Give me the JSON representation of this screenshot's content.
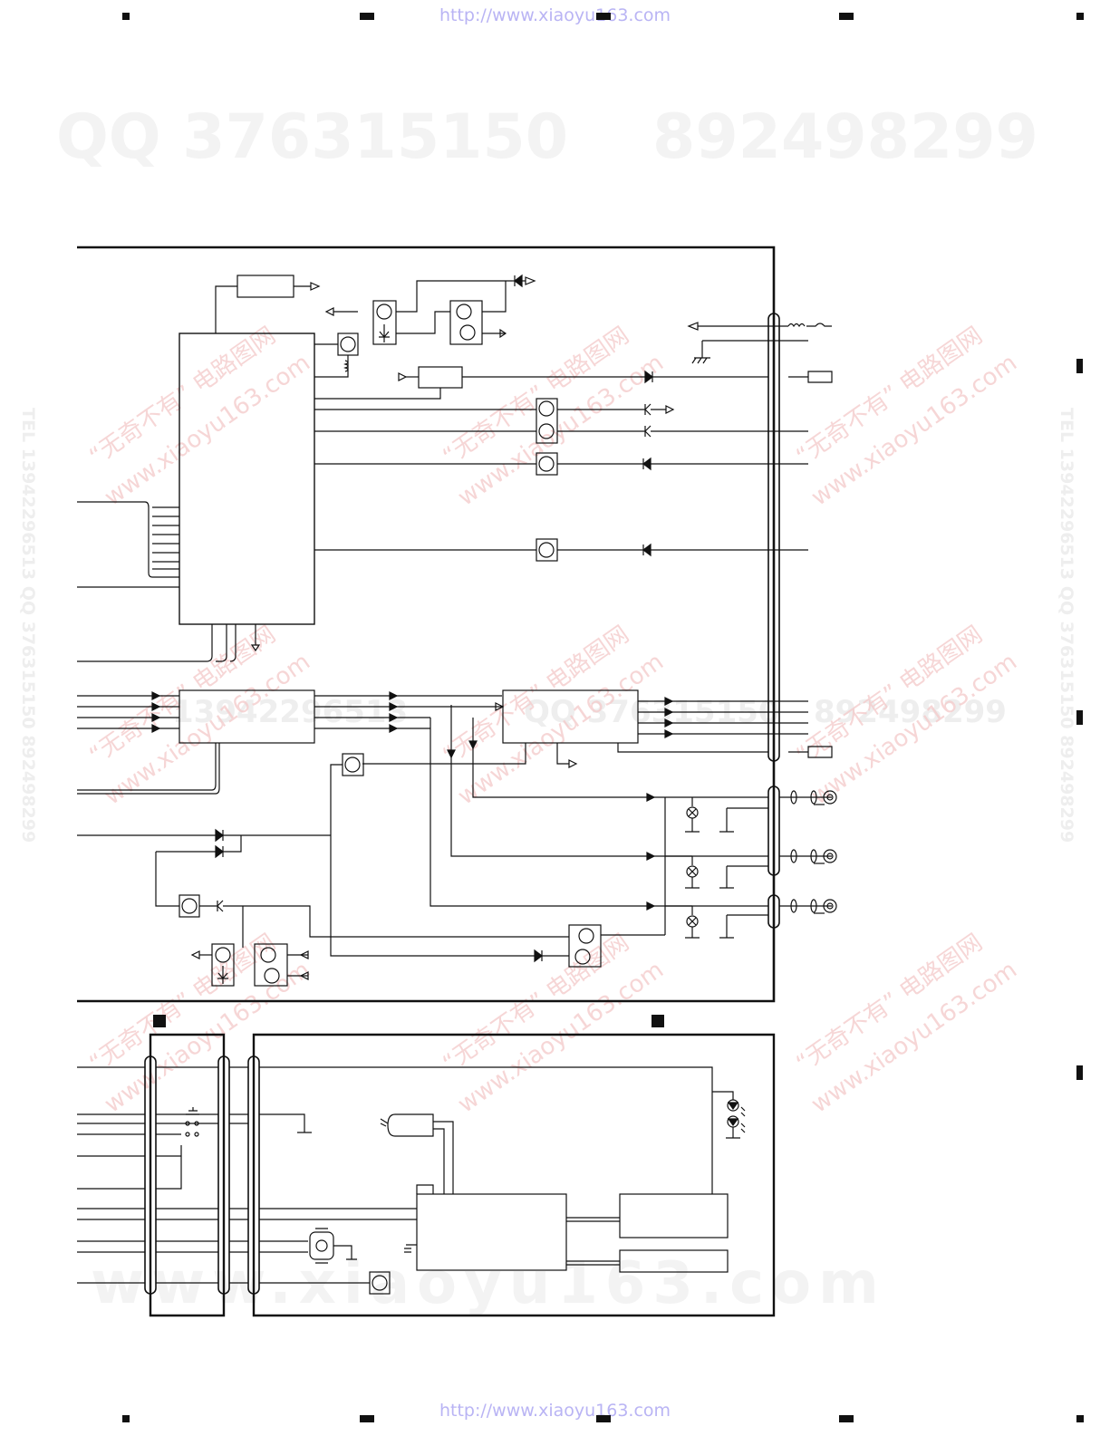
{
  "header": {
    "url": "http://www.xiaoyu163.com"
  },
  "footer": {
    "url": "http://www.xiaoyu163.com"
  },
  "watermarks": {
    "qq_left": "QQ 376315150",
    "qq_right": "892498299",
    "side_left": "TEL 13942296513 QQ 376315150 892498299",
    "side_right": "TEL 13942296513 QQ 376315150 892498299",
    "mid_left": "13942296513",
    "mid_center": "QQ 376315150",
    "mid_right": "892498299",
    "diag_1": "“无奇不有” 电路图网",
    "diag_2": "www.xiaoyu163.com",
    "bottom": "www.xiaoyu163.com"
  },
  "colors": {
    "line": "#111111",
    "url": "#b9b4f4",
    "watermark_gray": "#f3f3f3",
    "watermark_red": "#f4c9c9"
  }
}
